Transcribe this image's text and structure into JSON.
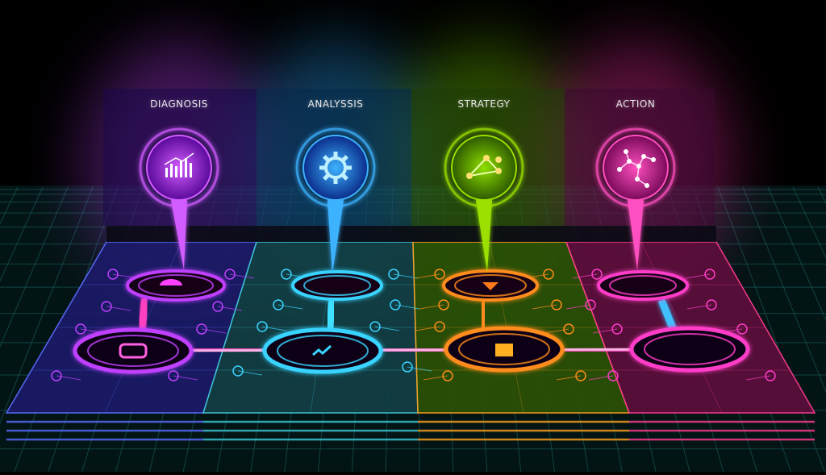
{
  "stages": [
    {
      "label": "DIAGNOSIS",
      "color": "#c040ff",
      "icon": "bar-chart-icon"
    },
    {
      "label": "ANALYSSIS",
      "color": "#2aa8ff",
      "icon": "gear-icon"
    },
    {
      "label": "STRATEGY",
      "color": "#7ad400",
      "icon": "network-icon"
    },
    {
      "label": "ACTION",
      "color": "#ff2fa8",
      "icon": "molecule-icon"
    }
  ],
  "node_colors": [
    "#c040ff",
    "#39d4ff",
    "#ff8c1a",
    "#ff3cc8"
  ]
}
